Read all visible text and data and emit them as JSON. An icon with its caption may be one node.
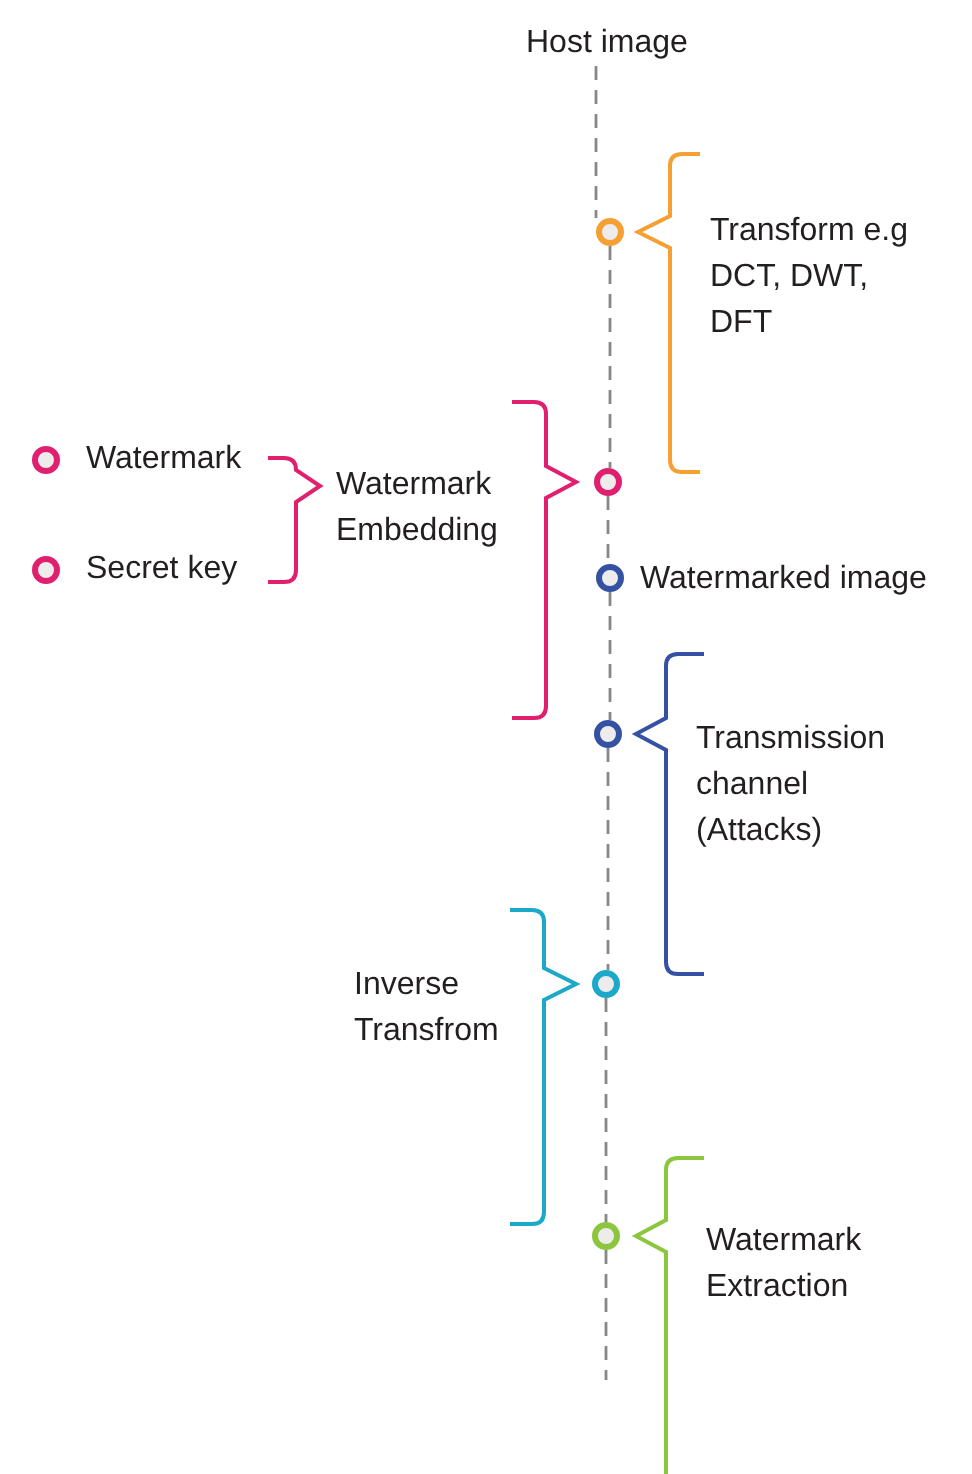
{
  "diagram": {
    "nodes": [
      {
        "text": [
          "Host image"
        ]
      },
      {
        "text": [],
        "shape": "circle"
      },
      {
        "text": [],
        "shape": "circle"
      },
      {
        "text": [],
        "shape": "circle"
      },
      {
        "text": [],
        "shape": "circle"
      },
      {
        "text": [],
        "shape": "circle"
      },
      {
        "text": [],
        "shape": "circle"
      }
    ],
    "edges": [
      {
        "from": 0,
        "to": 1,
        "arrow": "none",
        "style": "dashed"
      },
      {
        "from": 1,
        "to": 2,
        "arrow": "none",
        "style": "dashed"
      },
      {
        "from": 2,
        "to": 3,
        "arrow": "none",
        "style": "dashed"
      },
      {
        "from": 3,
        "to": 4,
        "arrow": "none",
        "style": "dashed"
      },
      {
        "from": 4,
        "to": 5,
        "arrow": "none",
        "style": "dashed"
      },
      {
        "from": 5,
        "to": 6,
        "arrow": "none",
        "style": "dashed"
      },
      {
        "from": 6,
        "to": null,
        "arrow": "none",
        "style": "dashed"
      }
    ],
    "labels": [
      "Transform e.g DCT, DWT, DFT",
      "Watermark",
      "Watermark Embedding",
      "Secret key",
      "Watermarked image",
      "Transmission channel (Attacks)",
      "Inverse Transfrom",
      "Watermark Extraction"
    ]
  }
}
